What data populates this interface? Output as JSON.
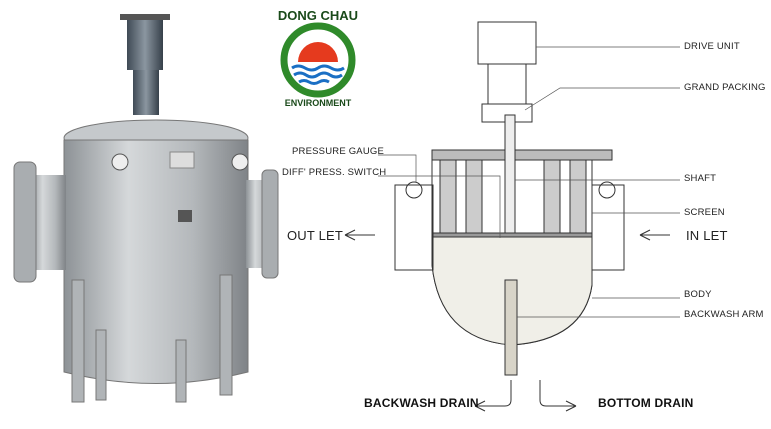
{
  "logo": {
    "top_text": "DONG CHAU",
    "bottom_text": "ENVIRONMENT",
    "ring_color": "#2f8a2a",
    "sun_color": "#e53a1e",
    "water_color": "#1a6fc4"
  },
  "labels": {
    "drive_unit": "DRIVE UNIT",
    "grand_packing": "GRAND PACKING",
    "pressure_gauge": "PRESSURE GAUGE",
    "diff_press_switch": "DIFF' PRESS. SWITCH",
    "shaft": "SHAFT",
    "screen": "SCREEN",
    "outlet": "OUT LET",
    "inlet": "IN LET",
    "body": "BODY",
    "backwash_arm": "BACKWASH ARM",
    "backwash_drain": "BACKWASH DRAIN",
    "bottom_drain": "BOTTOM DRAIN"
  }
}
